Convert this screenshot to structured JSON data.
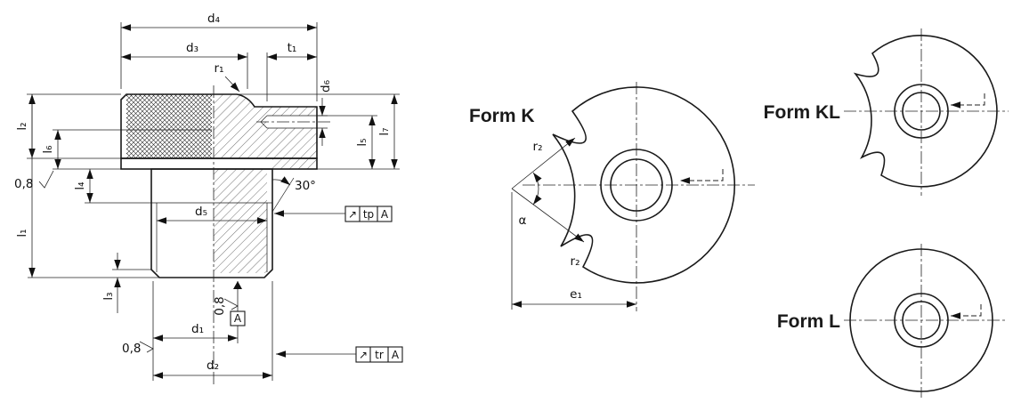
{
  "colors": {
    "line": "#1a1a1a",
    "background": "#ffffff"
  },
  "drawing_labels": {
    "d1": "d₁",
    "d2": "d₂",
    "d3": "d₃",
    "d4": "d₄",
    "d5": "d₅",
    "d6": "d₆",
    "l1": "l₁",
    "l2": "l₂",
    "l3": "l₃",
    "l4": "l₄",
    "l5": "l₅",
    "l6": "l₆",
    "l7": "l₇",
    "t1": "t₁",
    "r1": "r₁",
    "r2": "r₂",
    "e1": "e₁",
    "alpha": "α",
    "angle30": "30°",
    "roughness": "0,8",
    "datum": "A",
    "tp": "tp",
    "tr": "tr",
    "ref_arrow": "↗"
  },
  "forms": {
    "k": "Form K",
    "kl": "Form KL",
    "l": "Form L"
  }
}
